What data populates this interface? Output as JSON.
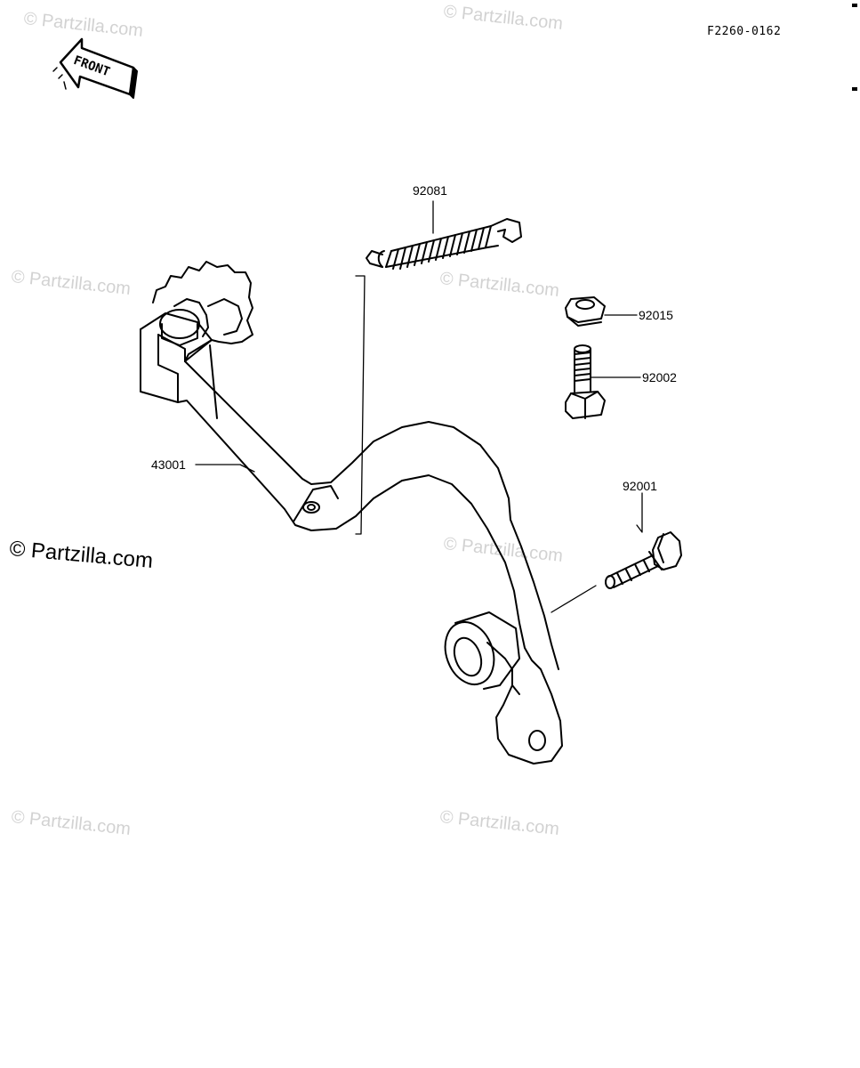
{
  "diagram_code": "F2260-0162",
  "front_arrow": {
    "label": "FRONT"
  },
  "parts": [
    {
      "number": "92081"
    },
    {
      "number": "92015"
    },
    {
      "number": "92002"
    },
    {
      "number": "43001"
    },
    {
      "number": "92001"
    }
  ],
  "watermarks": {
    "faded": "© Partzilla.com",
    "main": "© Partzilla.com"
  }
}
